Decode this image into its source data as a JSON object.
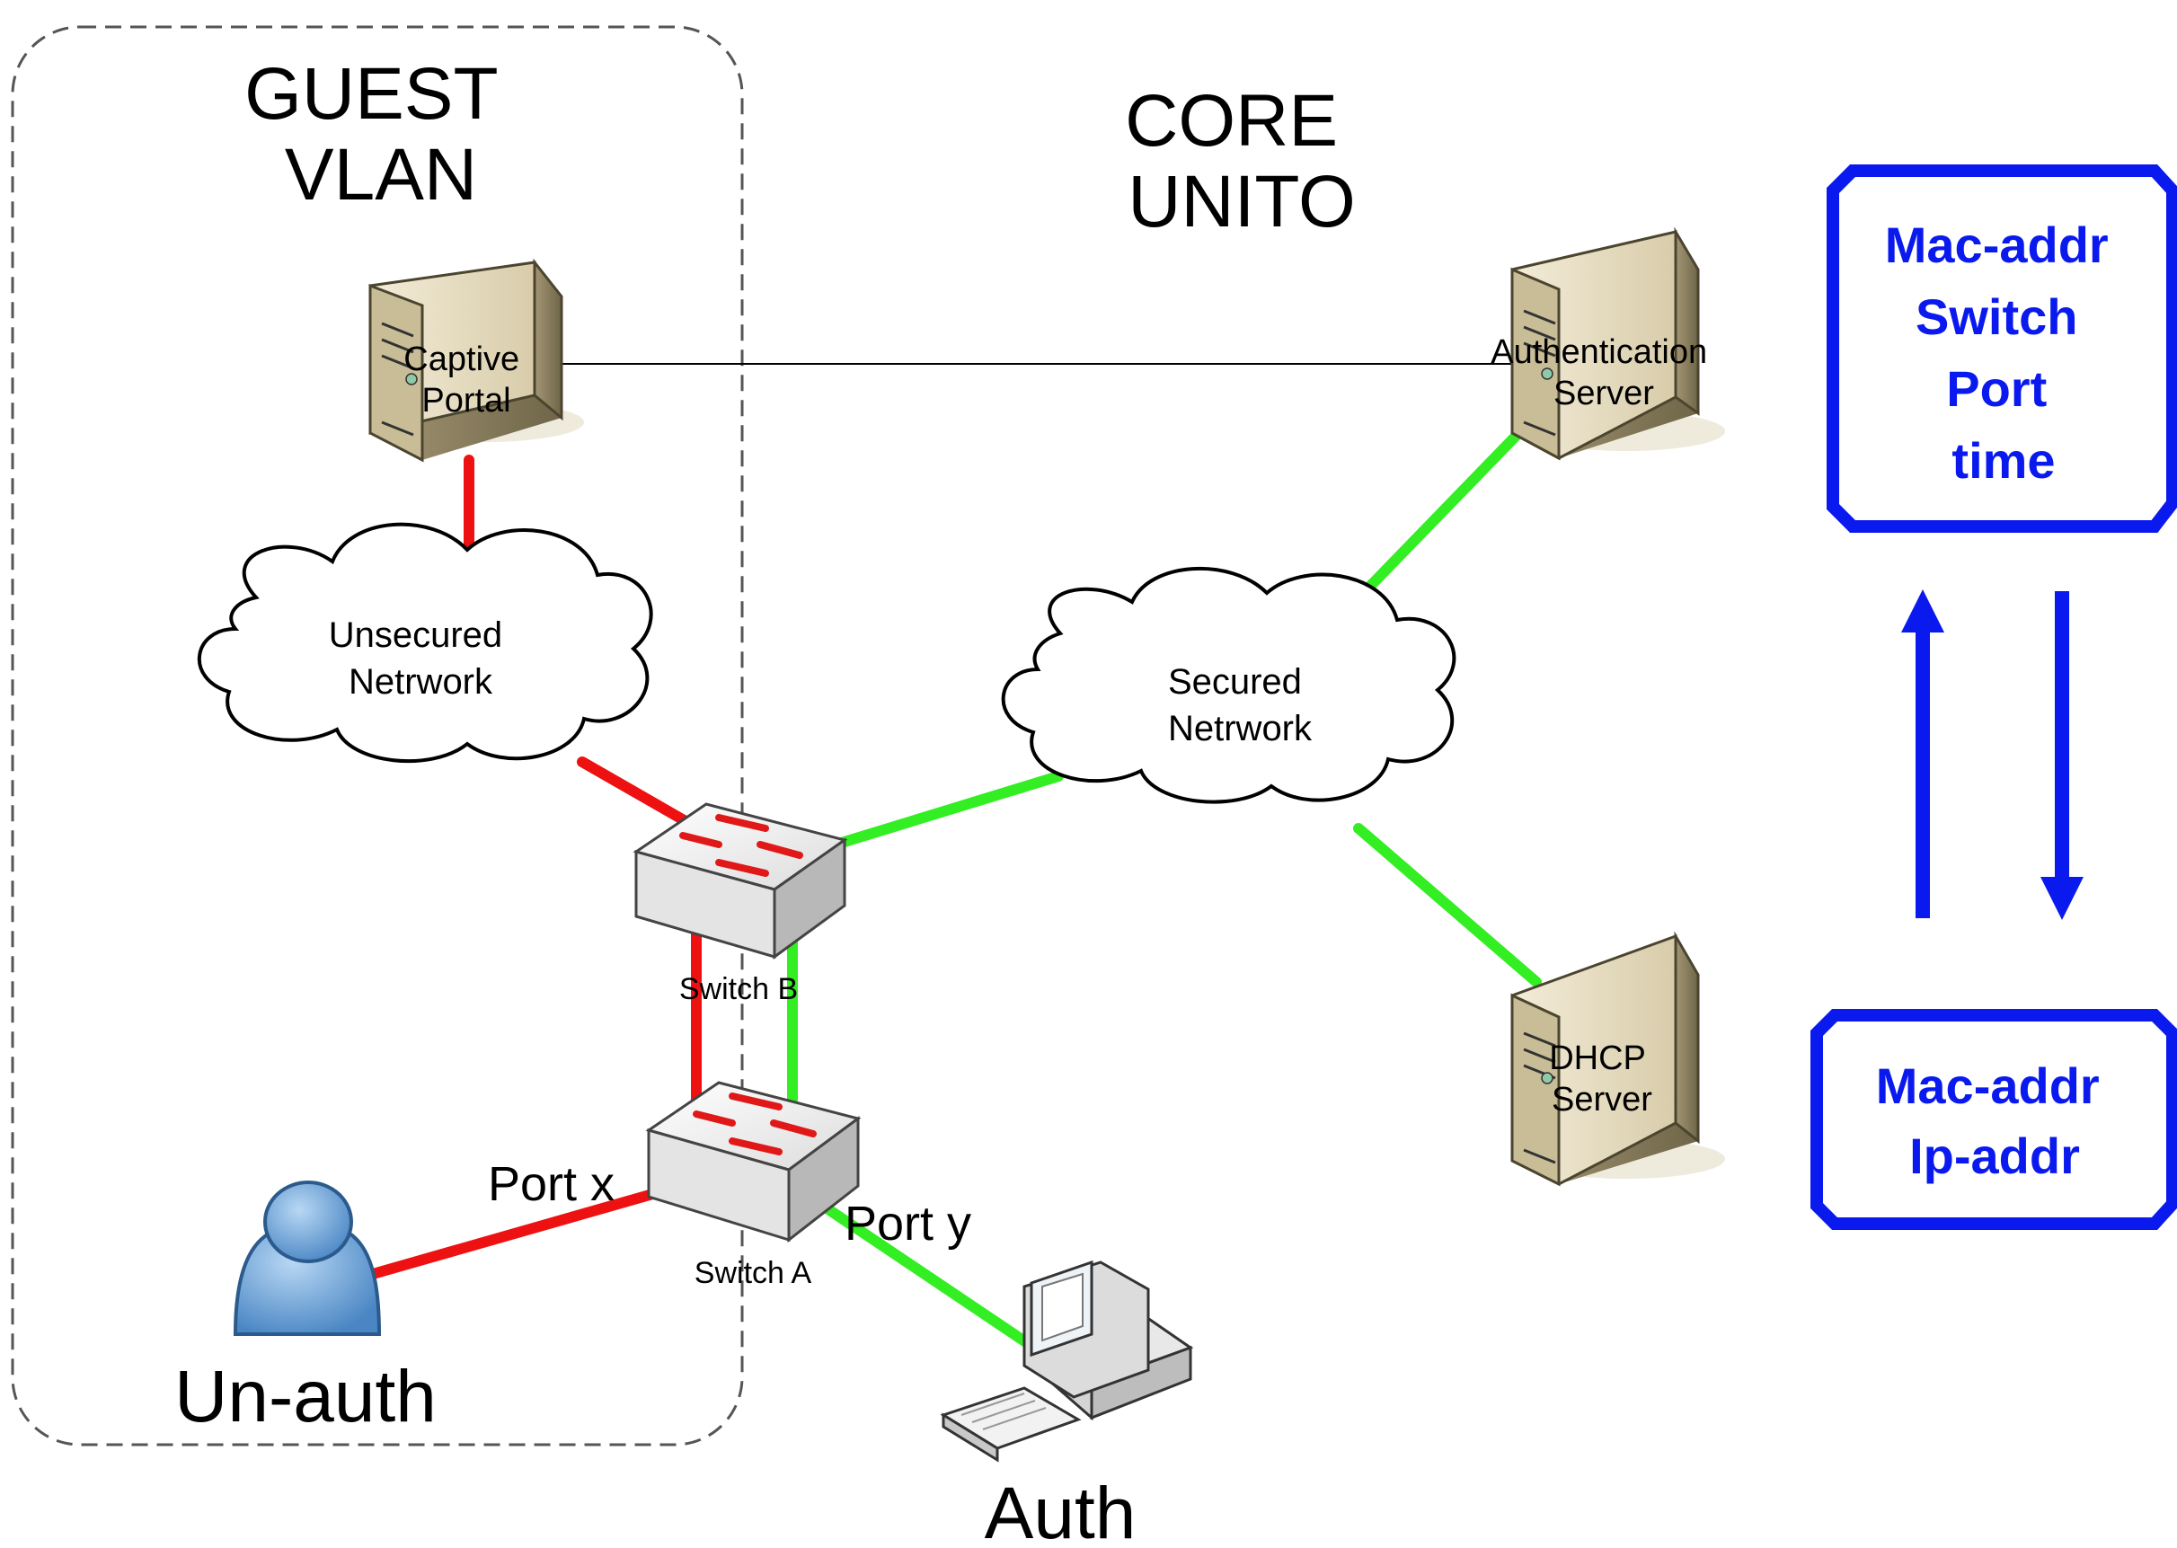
{
  "colors": {
    "unsecured_link": "#ee1111",
    "secured_link": "#33ee22",
    "table_accent": "#0a1aee",
    "boundary": "#555555"
  },
  "zones": {
    "guest": [
      "GUEST",
      "VLAN"
    ],
    "core": [
      "CORE",
      "UNITO"
    ]
  },
  "nodes": {
    "captive_portal": {
      "icon": "server-icon",
      "lines": [
        "Captive",
        "Portal"
      ]
    },
    "auth_server": {
      "icon": "server-icon",
      "lines": [
        "Authentication",
        "Server"
      ]
    },
    "dhcp_server": {
      "icon": "server-icon",
      "lines": [
        "DHCP",
        "Server"
      ]
    },
    "unsecured_network": {
      "icon": "cloud-icon",
      "lines": [
        "Unsecured",
        "Netrwork"
      ]
    },
    "secured_network": {
      "icon": "cloud-icon",
      "lines": [
        "Secured",
        "Netrwork"
      ]
    },
    "switch_b": {
      "icon": "switch-icon",
      "label": "Switch B"
    },
    "switch_a": {
      "icon": "switch-icon",
      "label": "Switch A"
    },
    "unauth_user": {
      "icon": "user-icon",
      "label": "Un-auth"
    },
    "auth_pc": {
      "icon": "computer-icon",
      "label": "Auth"
    }
  },
  "ports": {
    "x": "Port x",
    "y": "Port y"
  },
  "tables": {
    "switch_table": [
      "Mac-addr",
      "Switch",
      "Port",
      "time"
    ],
    "dhcp_table": [
      "Mac-addr",
      "Ip-addr"
    ]
  }
}
